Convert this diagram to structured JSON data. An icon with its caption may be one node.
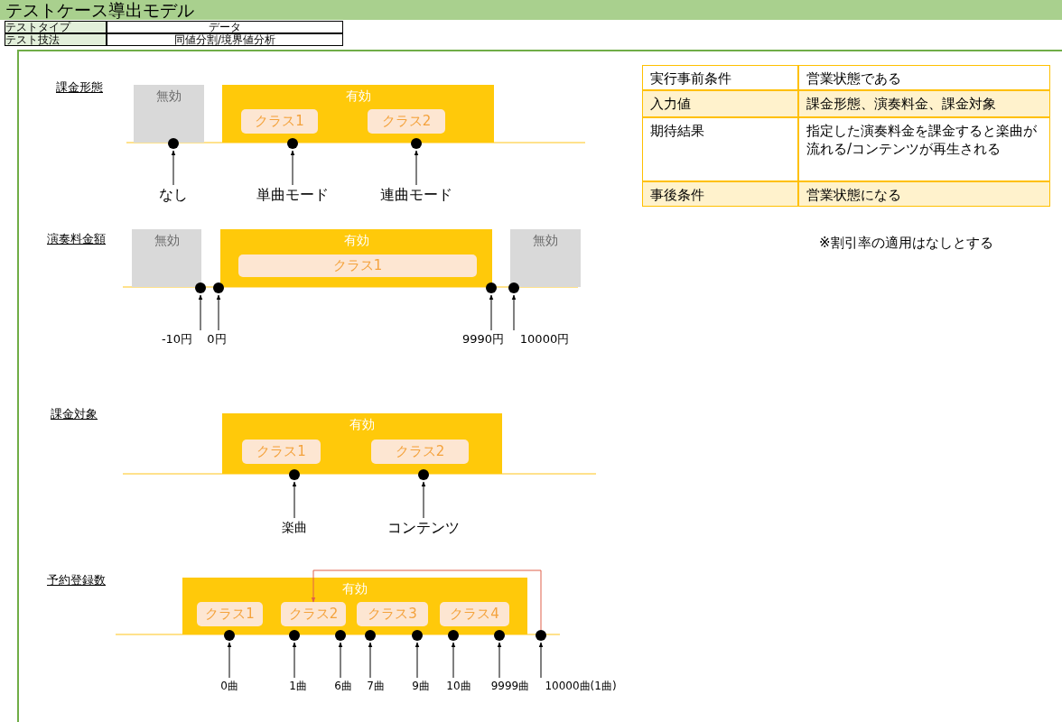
{
  "diagram": {
    "title": "テストケース導出モデル",
    "nodes": [
      {
        "text": [
          "無効"
        ]
      },
      {
        "text": [
          "有効"
        ]
      },
      {
        "text": [
          "クラス1"
        ],
        "in": 1
      },
      {
        "text": [
          "クラス2"
        ],
        "in": 1
      },
      {
        "text": [],
        "shape": "circle"
      },
      {
        "text": [],
        "shape": "circle"
      },
      {
        "text": [],
        "shape": "circle"
      },
      {
        "text": [
          "なし"
        ]
      },
      {
        "text": [
          "単曲モード"
        ]
      },
      {
        "text": [
          "連曲モード"
        ]
      },
      {
        "text": [
          "無効"
        ]
      },
      {
        "text": [
          "有効"
        ]
      },
      {
        "text": [
          "クラス1"
        ],
        "in": 11
      },
      {
        "text": [
          "無効"
        ]
      },
      {
        "text": [],
        "shape": "circle"
      },
      {
        "text": [],
        "shape": "circle"
      },
      {
        "text": [],
        "shape": "circle"
      },
      {
        "text": [],
        "shape": "circle"
      },
      {
        "text": [
          "-10円"
        ]
      },
      {
        "text": [
          "0円"
        ]
      },
      {
        "text": [
          "9990円"
        ]
      },
      {
        "text": [
          "10000円"
        ]
      },
      {
        "text": [
          "有効"
        ]
      },
      {
        "text": [
          "クラス1"
        ],
        "in": 22
      },
      {
        "text": [
          "クラス2"
        ],
        "in": 22
      },
      {
        "text": [],
        "shape": "circle"
      },
      {
        "text": [],
        "shape": "circle"
      },
      {
        "text": [
          "楽曲"
        ]
      },
      {
        "text": [
          "コンテンツ"
        ]
      },
      {
        "text": [
          "有効"
        ]
      },
      {
        "text": [
          "クラス1"
        ],
        "in": 29
      },
      {
        "text": [
          "クラス2"
        ],
        "in": 29
      },
      {
        "text": [
          "クラス3"
        ],
        "in": 29
      },
      {
        "text": [
          "クラス4"
        ],
        "in": 29
      },
      {
        "text": [],
        "shape": "circle"
      },
      {
        "text": [],
        "shape": "circle"
      },
      {
        "text": [],
        "shape": "circle"
      },
      {
        "text": [],
        "shape": "circle"
      },
      {
        "text": [],
        "shape": "circle"
      },
      {
        "text": [],
        "shape": "circle"
      },
      {
        "text": [],
        "shape": "circle"
      },
      {
        "text": [],
        "shape": "circle"
      },
      {
        "text": [
          "0曲"
        ]
      },
      {
        "text": [
          "1曲"
        ]
      },
      {
        "text": [
          "6曲"
        ]
      },
      {
        "text": [
          "7曲"
        ]
      },
      {
        "text": [
          "9曲"
        ]
      },
      {
        "text": [
          "10曲"
        ]
      },
      {
        "text": [
          "9999曲"
        ]
      },
      {
        "text": [
          "10000曲(1曲)"
        ]
      }
    ],
    "edges": [
      {
        "from": 7,
        "to": 4,
        "arrow": "to"
      },
      {
        "from": 8,
        "to": 5,
        "arrow": "to"
      },
      {
        "from": 9,
        "to": 6,
        "arrow": "to"
      },
      {
        "from": 18,
        "to": 14,
        "arrow": "to"
      },
      {
        "from": 19,
        "to": 15,
        "arrow": "to"
      },
      {
        "from": 20,
        "to": 16,
        "arrow": "to"
      },
      {
        "from": 21,
        "to": 17,
        "arrow": "to"
      },
      {
        "from": 27,
        "to": 25,
        "arrow": "to"
      },
      {
        "from": 28,
        "to": 26,
        "arrow": "to"
      },
      {
        "from": 42,
        "to": 34,
        "arrow": "to"
      },
      {
        "from": 43,
        "to": 35,
        "arrow": "to"
      },
      {
        "from": 44,
        "to": 36,
        "arrow": "to"
      },
      {
        "from": 45,
        "to": 37,
        "arrow": "to"
      },
      {
        "from": 46,
        "to": 38,
        "arrow": "to"
      },
      {
        "from": 47,
        "to": 39,
        "arrow": "to"
      },
      {
        "from": 48,
        "to": 40,
        "arrow": "to"
      },
      {
        "from": 49,
        "to": 41,
        "arrow": "to"
      },
      {
        "from": 41,
        "to": 31,
        "arrow": "to",
        "color": "#e0604a"
      }
    ],
    "labels": [
      "テストタイプ",
      "データ",
      "テスト技法",
      "同値分割/境界値分析",
      "課金形態",
      "実行事前条件",
      "営業状態である",
      "入力値",
      "課金形態、演奏料金、課金対象",
      "期待結果",
      "指定した演奏料金を課金すると楽曲が流れる/コンテンツが再生される",
      "事後条件",
      "営業状態になる",
      "演奏料金額",
      "※割引率の適用はなしとする",
      "課金対象",
      "予約登録数"
    ]
  }
}
